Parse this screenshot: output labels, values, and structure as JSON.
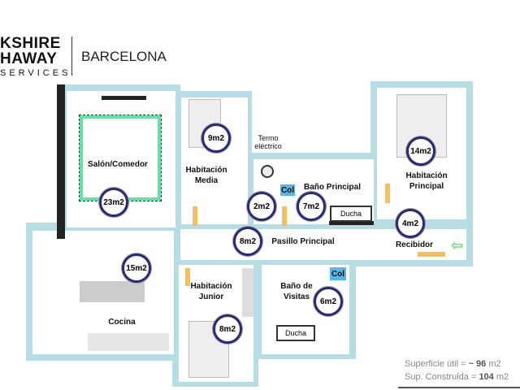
{
  "header": {
    "brand_line1": "KSHIRE",
    "brand_line2": "HAWAY",
    "brand_line3": "SERVICES",
    "office": "BARCELONA"
  },
  "rooms": {
    "salon": {
      "label": "Salón/Comedor",
      "area": "23m2"
    },
    "hab_media": {
      "label1": "Habitación",
      "label2": "Media",
      "area": "9m2"
    },
    "termo": {
      "label1": "Termo",
      "label2": "eléctrico"
    },
    "lav": {
      "area": "2m2"
    },
    "bano_principal": {
      "label": "Baño Principal",
      "area": "7m2",
      "col": "Col",
      "ducha": "Ducha"
    },
    "hab_principal": {
      "label1": "Habitación",
      "label2": "Principal",
      "area": "14m2"
    },
    "recibidor": {
      "label": "Recibidor",
      "area": "4m2"
    },
    "pasillo": {
      "label": "Pasillo Principal",
      "area": "8m2"
    },
    "cocina": {
      "label": "Cocina",
      "area": "15m2"
    },
    "hab_junior": {
      "label1": "Habitación",
      "label2": "Junior",
      "area": "8m2"
    },
    "bano_visitas": {
      "label1": "Baño de",
      "label2": "Visitas",
      "area": "6m2",
      "col": "Col",
      "ducha": "Ducha"
    }
  },
  "surface": {
    "util_label": "Superficie útil =",
    "util_value": "~ 96",
    "util_unit": "m2",
    "built_label": "Sup. Construida =",
    "built_value": "104",
    "built_unit": "m2"
  },
  "colors": {
    "wall": "#b5dde3",
    "circle": "#2b2a78",
    "door": "#f2c060",
    "entry_arrow": "#7ee07e"
  }
}
